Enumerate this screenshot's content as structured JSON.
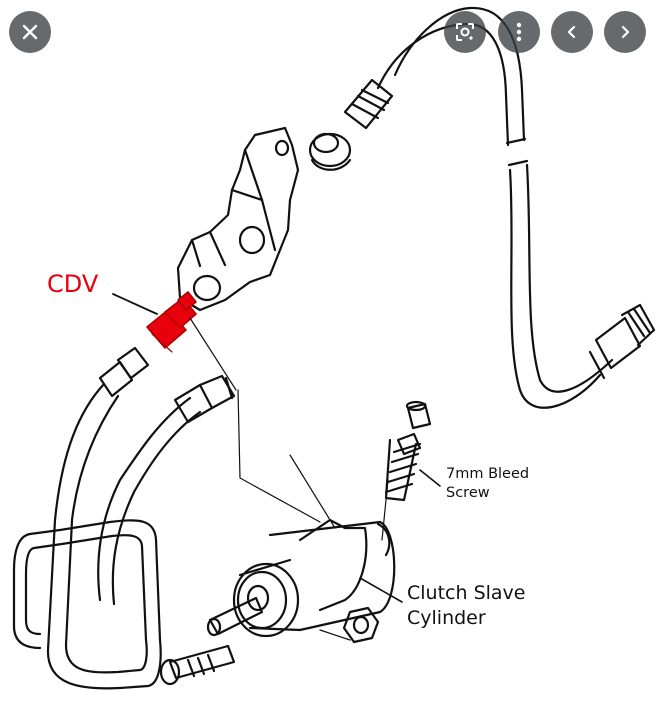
{
  "colors": {
    "accent": "#e8000d",
    "overlay_button": "#3c4043",
    "line": "#111111"
  },
  "viewer": {
    "controls": [
      {
        "name": "close",
        "icon": "close-icon"
      },
      {
        "name": "visual-search",
        "icon": "lens-icon"
      },
      {
        "name": "more-options",
        "icon": "more-vert-icon"
      },
      {
        "name": "previous",
        "icon": "chevron-left-icon"
      },
      {
        "name": "next",
        "icon": "chevron-right-icon"
      }
    ]
  },
  "diagram": {
    "labels": {
      "cdv": "CDV",
      "bleed_screw_line1": "7mm Bleed",
      "bleed_screw_line2": "Screw",
      "slave_line1": "Clutch Slave",
      "slave_line2": "Cylinder"
    }
  }
}
